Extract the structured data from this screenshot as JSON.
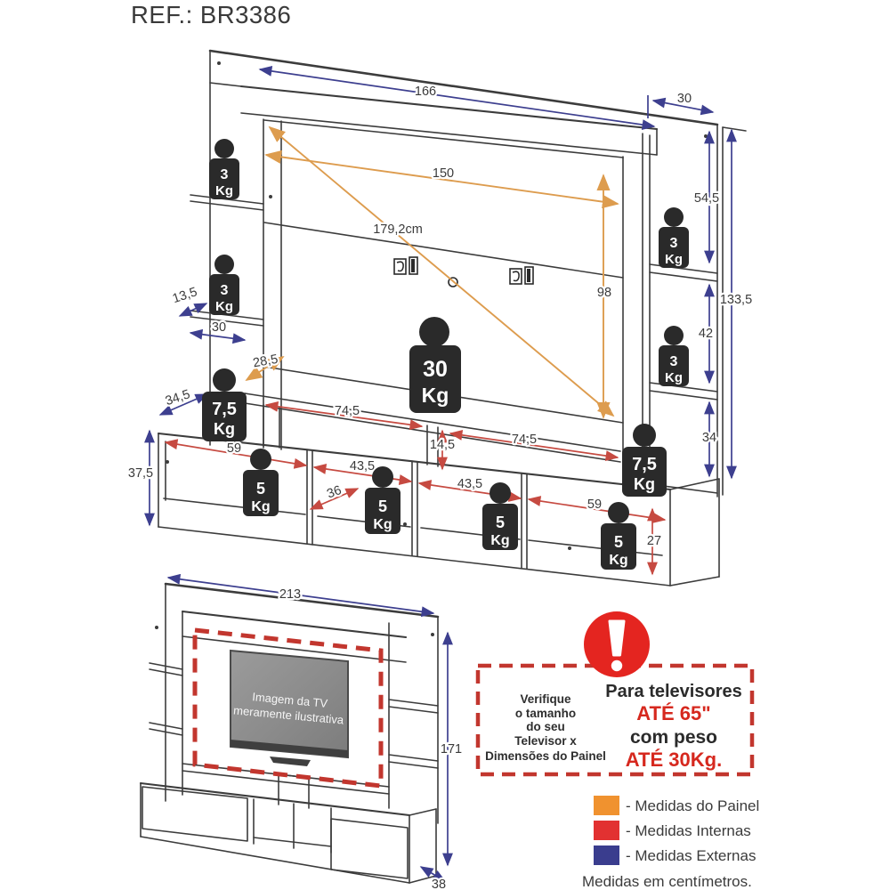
{
  "title": "REF.: BR3386",
  "colors": {
    "panel_dims": "#DD9C4E",
    "internal_dims": "#C64A41",
    "external_dims": "#3D3F8F",
    "legend_panel": "#F0922F",
    "legend_internal": "#E23131",
    "legend_external": "#3A3D8E",
    "warning_red": "#E42520",
    "structure": "#3C3C3C"
  },
  "main": {
    "external": {
      "top_width": "166",
      "top_depth": "30",
      "right_upper": "54,5",
      "right_middle": "42",
      "right_lower": "34",
      "total_height": "133,5",
      "shelf_gap": "13,5",
      "shelf_depth": "30",
      "base_diagonal": "34,5",
      "base_height": "37,5"
    },
    "panel": {
      "width": "150",
      "height": "98",
      "diagonal": "179,2cm",
      "bottom_gap": "28,5"
    },
    "internal": {
      "span_left": "74,5",
      "riser_height": "14,5",
      "span_right": "74,5",
      "cubby1": "59",
      "cubby2": "43,5",
      "depth": "36",
      "cubby3": "43,5",
      "cubby4": "59",
      "height": "27"
    },
    "weights": {
      "shelf": "3",
      "heavy": "7,5",
      "cubby": "5",
      "tv": "30",
      "unit": "Kg"
    }
  },
  "lower": {
    "width": "213",
    "height": "171",
    "depth": "38",
    "tv_caption_line1": "Imagem da TV",
    "tv_caption_line2": "meramente ilustrativa"
  },
  "warning": {
    "left_lines": [
      "Verifique",
      "o tamanho",
      "do seu",
      "Televisor x",
      "Dimensões do Painel"
    ],
    "right_line1": "Para televisores",
    "right_line2": "ATÉ 65\"",
    "right_line3": "com peso",
    "right_line4": "ATÉ 30Kg."
  },
  "legend": {
    "items": [
      {
        "label": "- Medidas do Painel",
        "color": "#F0922F"
      },
      {
        "label": "- Medidas Internas",
        "color": "#E23131"
      },
      {
        "label": "- Medidas Externas",
        "color": "#3A3D8E"
      }
    ],
    "note": "Medidas em centímetros."
  }
}
